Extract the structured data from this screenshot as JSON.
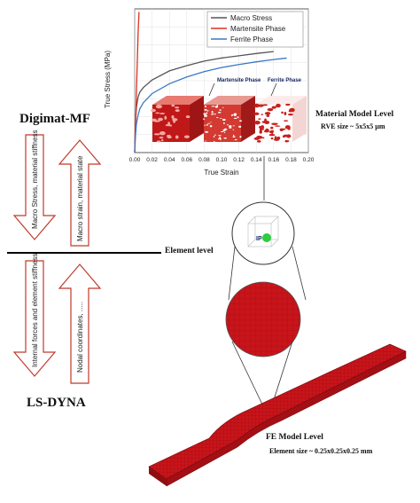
{
  "labels": {
    "digimat": "Digimat-MF",
    "lsdyna": "LS-DYNA",
    "element_level": "Element level",
    "material_model_level": "Material Model Level",
    "rve_size": "RVE size ~ 5x5x5 µm",
    "fe_model_level": "FE Model Level",
    "element_size": "Element size ~ 0.25x0.25x0.25 mm",
    "ip": "IP",
    "down_arrow_1": "Macro Stress, material stiffness",
    "up_arrow_1": "Macro strain, material state",
    "down_arrow_2": "Internal forces and element stiffness",
    "up_arrow_2": "Nodal coordinates, ....."
  },
  "chart_data": {
    "type": "line",
    "xlabel": "True Strain",
    "ylabel": "True Stress (MPa)",
    "xlim": [
      0,
      0.2
    ],
    "xticks": [
      "0.00",
      "0.02",
      "0.04",
      "0.06",
      "0.08",
      "0.10",
      "0.12",
      "0.14",
      "0.16",
      "0.18",
      "0.20"
    ],
    "ylim": [
      0,
      950
    ],
    "grid": true,
    "legend_position": "top-right",
    "series": [
      {
        "name": "Macro Stress",
        "color": "#555555",
        "x": [
          0,
          0.001,
          0.002,
          0.004,
          0.006,
          0.01,
          0.02,
          0.04,
          0.06,
          0.08,
          0.1,
          0.12,
          0.14,
          0.16
        ],
        "y": [
          0,
          200,
          300,
          370,
          400,
          430,
          480,
          540,
          575,
          605,
          625,
          640,
          655,
          668
        ]
      },
      {
        "name": "Martensite Phase",
        "color": "#e03020",
        "x": [
          0,
          0.001,
          0.002,
          0.003,
          0.004,
          0.005
        ],
        "y": [
          0,
          200,
          400,
          600,
          800,
          930
        ]
      },
      {
        "name": "Ferrite Phase",
        "color": "#3a78c8",
        "x": [
          0,
          0.001,
          0.002,
          0.004,
          0.006,
          0.01,
          0.02,
          0.04,
          0.06,
          0.08,
          0.1,
          0.12,
          0.14,
          0.16,
          0.175
        ],
        "y": [
          0,
          120,
          190,
          250,
          290,
          330,
          390,
          455,
          500,
          535,
          562,
          582,
          600,
          615,
          625
        ]
      }
    ],
    "annotations": [
      "Martensite Phase",
      "Ferrite Phase"
    ]
  }
}
